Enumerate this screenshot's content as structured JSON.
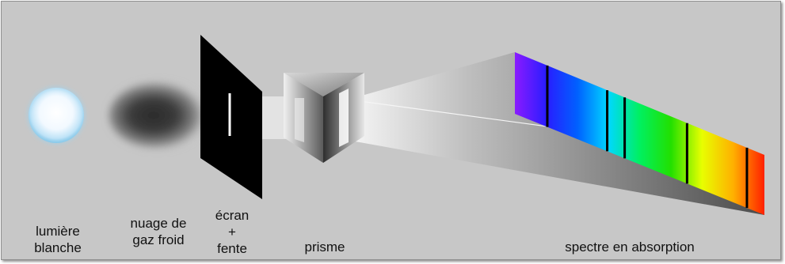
{
  "labels": {
    "white_light": [
      "lumière",
      "blanche"
    ],
    "cold_gas": [
      "nuage de",
      "gaz froid"
    ],
    "screen_slit": [
      "écran",
      "+",
      "fente"
    ],
    "prism": [
      "prisme"
    ],
    "spectrum": [
      "spectre en absorption"
    ]
  },
  "colors": {
    "background": "#c7c7c7",
    "light_source": "#e8f6ff",
    "gas_cloud": "#3a3a3a",
    "screen": "#000000"
  },
  "spectrum": {
    "type": "absorption",
    "gradient": [
      "#8a1bff",
      "#2a1cff",
      "#0060ff",
      "#00d8ff",
      "#00f060",
      "#22e000",
      "#e8ff00",
      "#ffb000",
      "#ff2000"
    ],
    "absorption_line_positions": [
      0.13,
      0.37,
      0.44,
      0.69,
      0.93
    ]
  }
}
